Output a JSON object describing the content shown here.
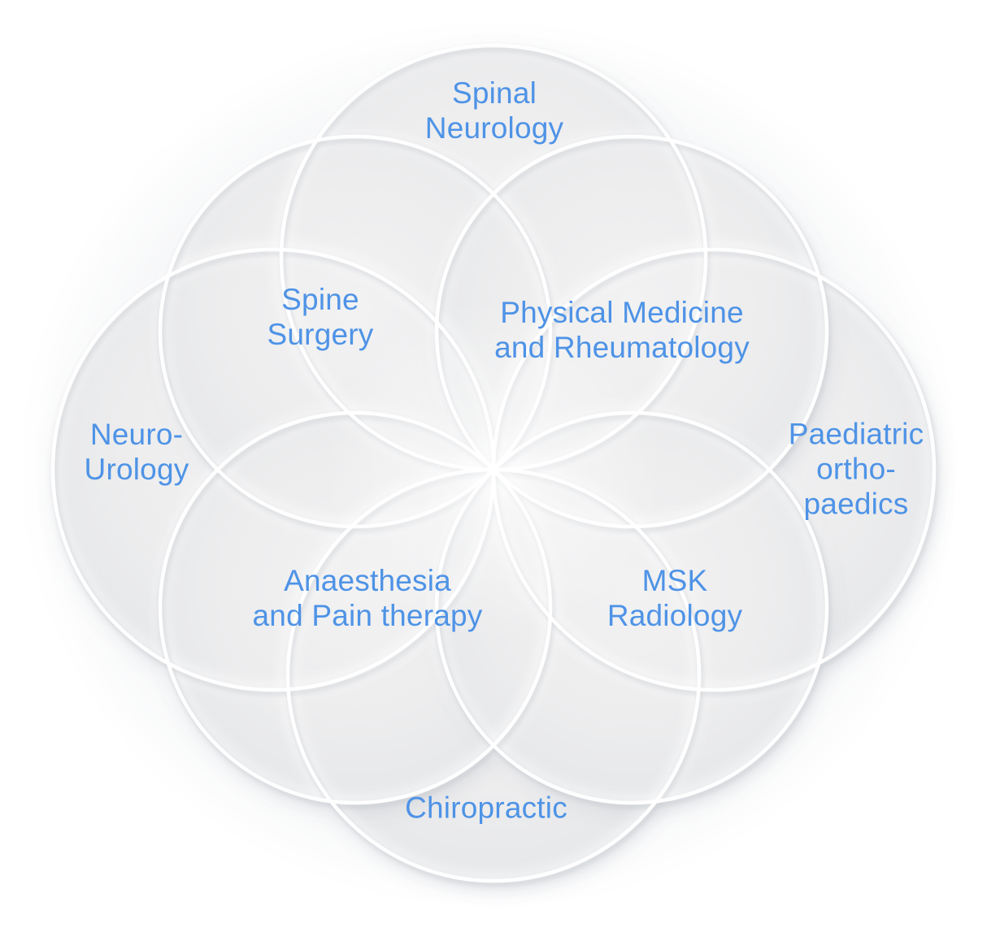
{
  "diagram": {
    "type": "overlapping-circles-venn-flower",
    "accent_color": "#4E93E6",
    "circle_fill_color": "#ebecee",
    "circle_stroke_color": "#ffffff",
    "labels": {
      "top": "Spinal\nNeurology",
      "top_left": "Spine\nSurgery",
      "top_right": "Physical Medicine\nand Rheumatology",
      "left": "Neuro-\nUrology",
      "right": "Paediatric\northo-\npaedics",
      "bottom_left": "Anaesthesia\nand Pain therapy",
      "bottom_right": "MSK\nRadiology",
      "bottom": "Chiropractic"
    }
  }
}
